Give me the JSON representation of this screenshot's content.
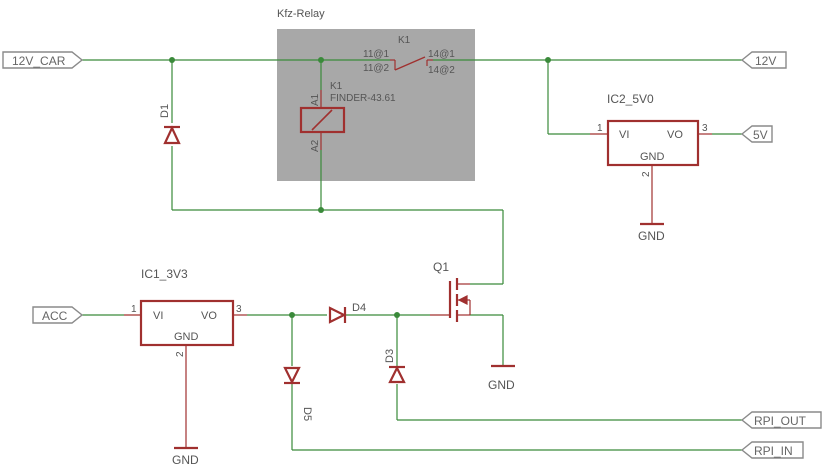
{
  "relay_block": {
    "title": "Kfz-Relay"
  },
  "ports": {
    "v12_car": "12V_CAR",
    "v12": "12V",
    "v5": "5V",
    "acc": "ACC",
    "rpi_out": "RPI_OUT",
    "rpi_in": "RPI_IN"
  },
  "relay": {
    "contact_name": "K1",
    "coil_name": "K1",
    "coil_part": "FINDER-43.61",
    "pin_11_1": "11@1",
    "pin_11_2": "11@2",
    "pin_14_1": "14@1",
    "pin_14_2": "14@2",
    "pin_a1": "A1",
    "pin_a2": "A2"
  },
  "ic2": {
    "name": "IC2_5V0",
    "vi": "VI",
    "vo": "VO",
    "gnd": "GND",
    "pin1": "1",
    "pin2": "2",
    "pin3": "3"
  },
  "ic1": {
    "name": "IC1_3V3",
    "vi": "VI",
    "vo": "VO",
    "gnd": "GND",
    "pin1": "1",
    "pin2": "2",
    "pin3": "3"
  },
  "diodes": {
    "d1": "D1",
    "d3": "D3",
    "d4": "D4",
    "d5": "D5"
  },
  "mosfet": {
    "name": "Q1"
  },
  "grounds": {
    "ic2": "GND",
    "q1": "GND",
    "ic1": "GND"
  }
}
